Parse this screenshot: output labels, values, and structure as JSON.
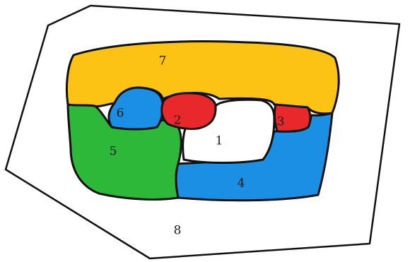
{
  "regions": [
    {
      "id": "1",
      "label": "1",
      "color": "#ffffff"
    },
    {
      "id": "2",
      "label": "2",
      "color": "#e8282b"
    },
    {
      "id": "3",
      "label": "3",
      "color": "#e8282b"
    },
    {
      "id": "4",
      "label": "4",
      "color": "#1a8fe3"
    },
    {
      "id": "5",
      "label": "5",
      "color": "#2db83a"
    },
    {
      "id": "6",
      "label": "6",
      "color": "#1a8fe3"
    },
    {
      "id": "7",
      "label": "7",
      "color": "#fcc314"
    },
    {
      "id": "8",
      "label": "8",
      "color": "#ffffff"
    }
  ]
}
